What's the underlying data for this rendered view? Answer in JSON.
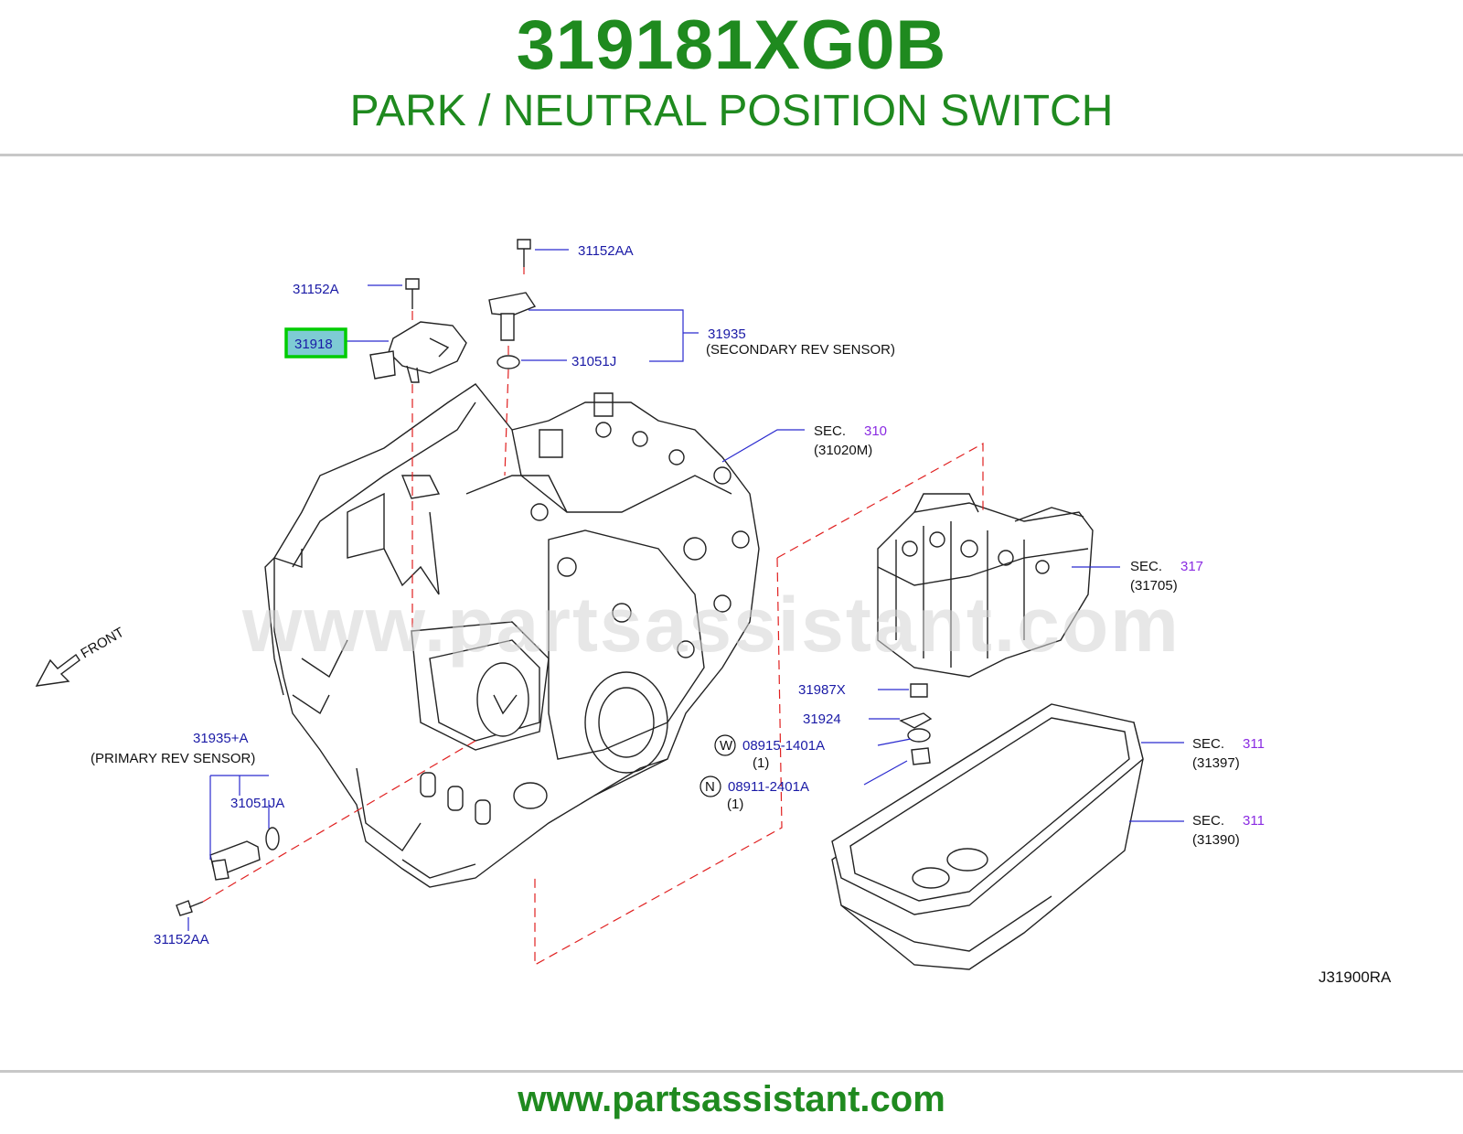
{
  "header": {
    "part_number": "319181XG0B",
    "part_name": "PARK / NEUTRAL POSITION SWITCH"
  },
  "diagram": {
    "watermark": "www.partsassistant.com",
    "front_label": "FRONT",
    "diagram_code": "J31900RA",
    "highlighted_part": "31918",
    "labels": {
      "bolt_top": "31152AA",
      "bolt_left": "31152A",
      "switch": "31918",
      "sensor_secondary": "31935",
      "sensor_secondary_desc": "(SECONDARY   REV   SENSOR)",
      "oring_top": "31051J",
      "sec_prefix": "SEC.",
      "sec_310": "310",
      "sec_310_ref": "(31020M)",
      "sec_317": "317",
      "sec_317_ref": "(31705)",
      "p31987x": "31987X",
      "p31924": "31924",
      "w_circle": "W",
      "w_part": "08915-1401A",
      "w_qty": "(1)",
      "n_circle": "N",
      "n_part": "08911-2401A",
      "n_qty": "(1)",
      "sec_311": "311",
      "sec_311_ref_a": "(31397)",
      "sec_311_ref_b": "(31390)",
      "sensor_primary": "31935+A",
      "sensor_primary_desc": "(PRIMARY   REV   SENSOR)",
      "oring_bottom": "31051JA",
      "bolt_bottom": "31152AA"
    }
  },
  "footer": {
    "url": "www.partsassistant.com"
  },
  "colors": {
    "brand_green": "#1f8a1f",
    "label_blue": "#1a1aa6",
    "section_purple": "#8a2be2",
    "highlight_green": "#00cc00",
    "highlight_fill": "#7ecbd4",
    "dashed_red": "#e02020"
  }
}
